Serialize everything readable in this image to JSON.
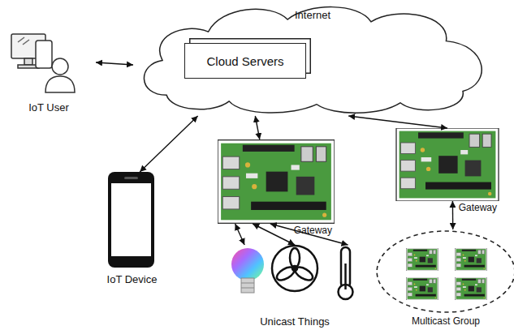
{
  "diagram": {
    "nodes": [
      {
        "text": [
          "Internet"
        ]
      },
      {
        "text": [
          "Cloud Servers"
        ],
        "in": 0
      },
      {
        "text": [
          "IoT User"
        ]
      },
      {
        "text": [
          "Gateway"
        ]
      },
      {
        "text": [
          "Gateway"
        ]
      },
      {
        "text": [
          "IoT Device"
        ]
      },
      {
        "text": [
          "Unicast Things"
        ]
      },
      {
        "text": [
          "Multicast Group"
        ]
      }
    ],
    "edges": [
      {
        "from": 2,
        "to": 0,
        "arrow": "both"
      },
      {
        "from": 5,
        "to": 0,
        "arrow": "both"
      },
      {
        "from": 3,
        "to": 0,
        "arrow": "both"
      },
      {
        "from": 4,
        "to": 0,
        "arrow": "both"
      },
      {
        "from": 4,
        "to": 7,
        "arrow": "both"
      },
      {
        "from": 3,
        "to": 6,
        "arrow": "both"
      },
      {
        "from": 3,
        "to": 6,
        "arrow": "both"
      },
      {
        "from": 3,
        "to": 6,
        "arrow": "both"
      }
    ]
  }
}
